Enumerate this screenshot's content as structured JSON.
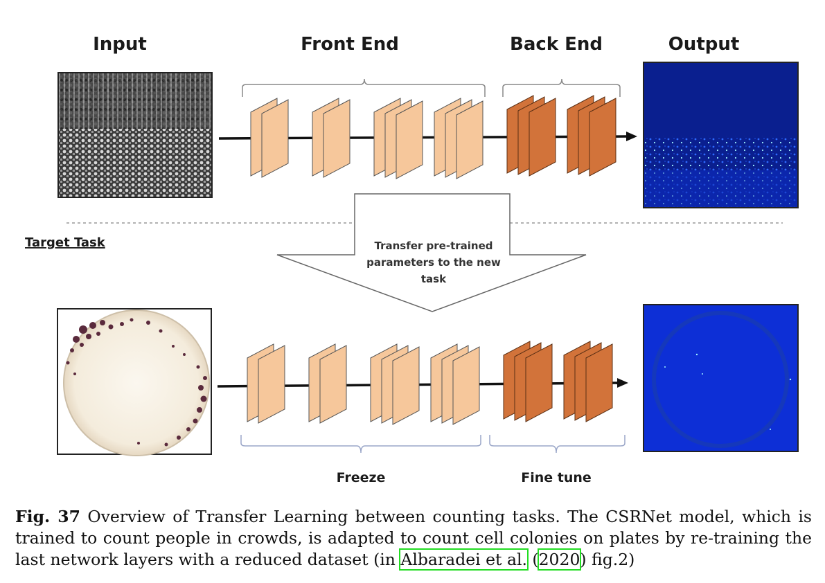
{
  "headers": {
    "input": "Input",
    "front_end": "Front End",
    "back_end": "Back End",
    "output": "Output"
  },
  "target_task_label": "Target Task",
  "transfer_text": [
    "Transfer pre-trained",
    "parameters to the new",
    "task"
  ],
  "bottom_labels": {
    "freeze": "Freeze",
    "fine_tune": "Fine tune"
  },
  "colors": {
    "front_end_layer": "#f6c79b",
    "back_end_layer": "#d2733a",
    "output_map_bg": "#0a1f8f",
    "target_output_bg": "#0d2fd6",
    "brace": "#9aa6c8"
  },
  "layer_groups": {
    "front_end": [
      2,
      2,
      3,
      3
    ],
    "back_end": [
      3,
      3
    ]
  },
  "caption": {
    "fig_label": "Fig. 37",
    "text_before": "Overview of Transfer Learning between counting tasks. The CSRNet model, which is trained to count people in crowds, is adapted to count cell colonies on plates by re-training the last network layers with a reduced dataset (in ",
    "ref_author": "Albaradei et al.",
    "ref_mid": " (",
    "ref_year": "2020",
    "text_after": ") fig.2)"
  }
}
